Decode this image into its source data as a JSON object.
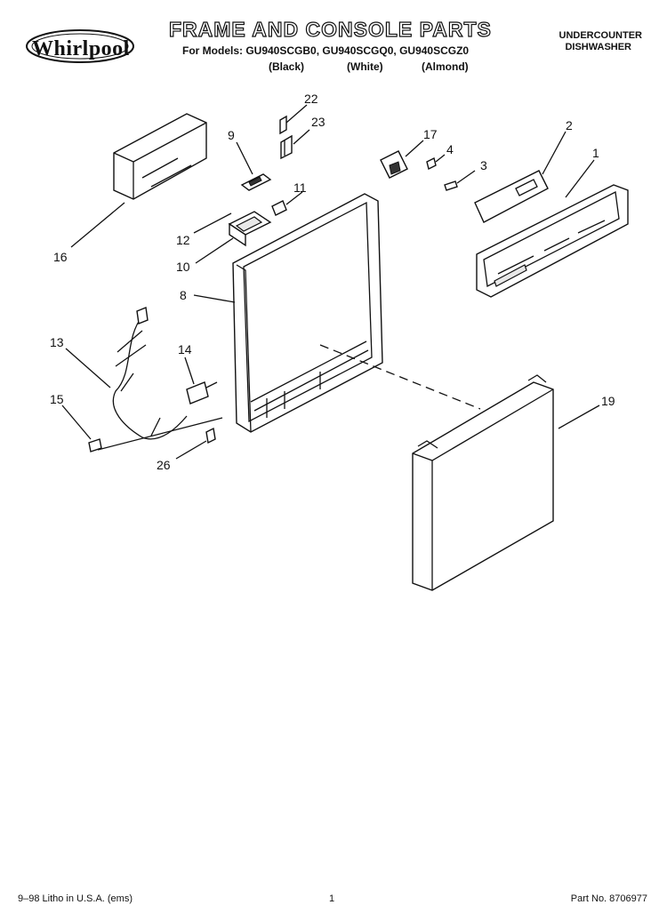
{
  "header": {
    "brand": "Whirlpool",
    "title": "FRAME AND CONSOLE PARTS",
    "models": "For Models: GU940SCGB0, GU940SCGQ0, GU940SCGZ0",
    "colors": [
      "(Black)",
      "(White)",
      "(Almond)"
    ],
    "product_line1": "UNDERCOUNTER",
    "product_line2": "DISHWASHER"
  },
  "callouts": {
    "p1": "1",
    "p2": "2",
    "p3": "3",
    "p4": "4",
    "p8": "8",
    "p9": "9",
    "p10": "10",
    "p11": "11",
    "p12": "12",
    "p13": "13",
    "p14": "14",
    "p15": "15",
    "p16": "16",
    "p17": "17",
    "p19": "19",
    "p22": "22",
    "p23": "23",
    "p26": "26"
  },
  "footer": {
    "left": "9–98 Litho in U.S.A. (ems)",
    "center": "1",
    "right": "Part No. 8706977"
  }
}
